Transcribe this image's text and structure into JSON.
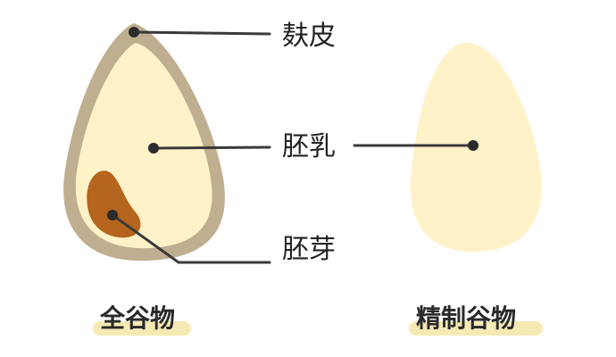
{
  "labels": {
    "bran": "麸皮",
    "endosperm": "胚乳",
    "germ": "胚芽"
  },
  "captions": {
    "whole_grain": "全谷物",
    "refined_grain": "精制谷物"
  },
  "colors": {
    "bran": "#bfae8f",
    "endosperm": "#fff2c8",
    "germ": "#b5651d",
    "refined_endosperm": "#fff2c8",
    "leader_line": "#3a3a3a",
    "caption_highlight": "#f6e9b4"
  }
}
